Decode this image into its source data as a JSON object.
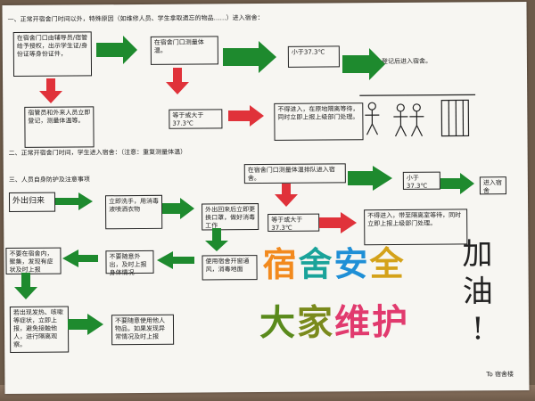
{
  "section1": {
    "heading": "一、正常开宿舍门时间以外，特殊原因（如维修人员、学生拿取遗忘的物品……）进入宿舍：",
    "box_register": "在宿舍门口由辅导员/宿管给予授权，出示学生证/身份证等身份证件，",
    "box_temp": "在宿舍门口测量体温。",
    "box_lt": "小于37.3℃",
    "box_entry": "登记后进入宿舍。",
    "box_staff": "宿管员和外来人员立即登记，测量体温等。",
    "box_ge": "等于或大于37.3℃",
    "box_isolate": "不得进入，在原地隔离等待，同时立即上报上级部门处理。"
  },
  "section2": {
    "heading": "二、正常开宿舍门时间，学生进入宿舍：（注意：重复测量体温）",
    "box_queue": "在宿舍门口测量体温排队进入宿舍。",
    "box_lt": "小于37.3℃",
    "box_entry": "进入宿舍",
    "box_ge": "等于或大于37.3℃",
    "box_isolate": "不得进入，带至隔离室等待，同时立即上报上级部门处理。"
  },
  "section3": {
    "heading": "三、人员自身防护及注意事项",
    "box_out": "外出归来",
    "box_wash": "立即洗手，用消毒液喷洒衣物",
    "box_mask": "外出回来后立即更换口罩，做好消毒工作",
    "box_vent": "使用宿舍开窗通风，消毒地面",
    "box_report": "不要随意外出，及时上报身体情况",
    "box_symptom": "不要在宿舍内，聚集，发现有症状及时上报",
    "box_fever": "若出现发热、咳嗽等症状，立即上报，避免接触他人，进行隔离观察。",
    "box_final": "不要随意使用他人物品，如果发现异常情况及时上报"
  },
  "slogan": {
    "line1": [
      "宿",
      "舍",
      "安",
      "全"
    ],
    "line2": [
      "大",
      "家",
      "维",
      "护"
    ],
    "side": [
      "加",
      "油",
      "!"
    ]
  },
  "signature": "To 宿舍楼",
  "colors": {
    "green": "#1e8a2e",
    "red": "#e0323a",
    "orange": "#f28a1e",
    "blue": "#1f8fd6",
    "teal": "#1aa39a",
    "olive": "#5a8a1c",
    "gold": "#d4a21a",
    "pink": "#e13a6e",
    "purple": "#8a2e9e"
  }
}
